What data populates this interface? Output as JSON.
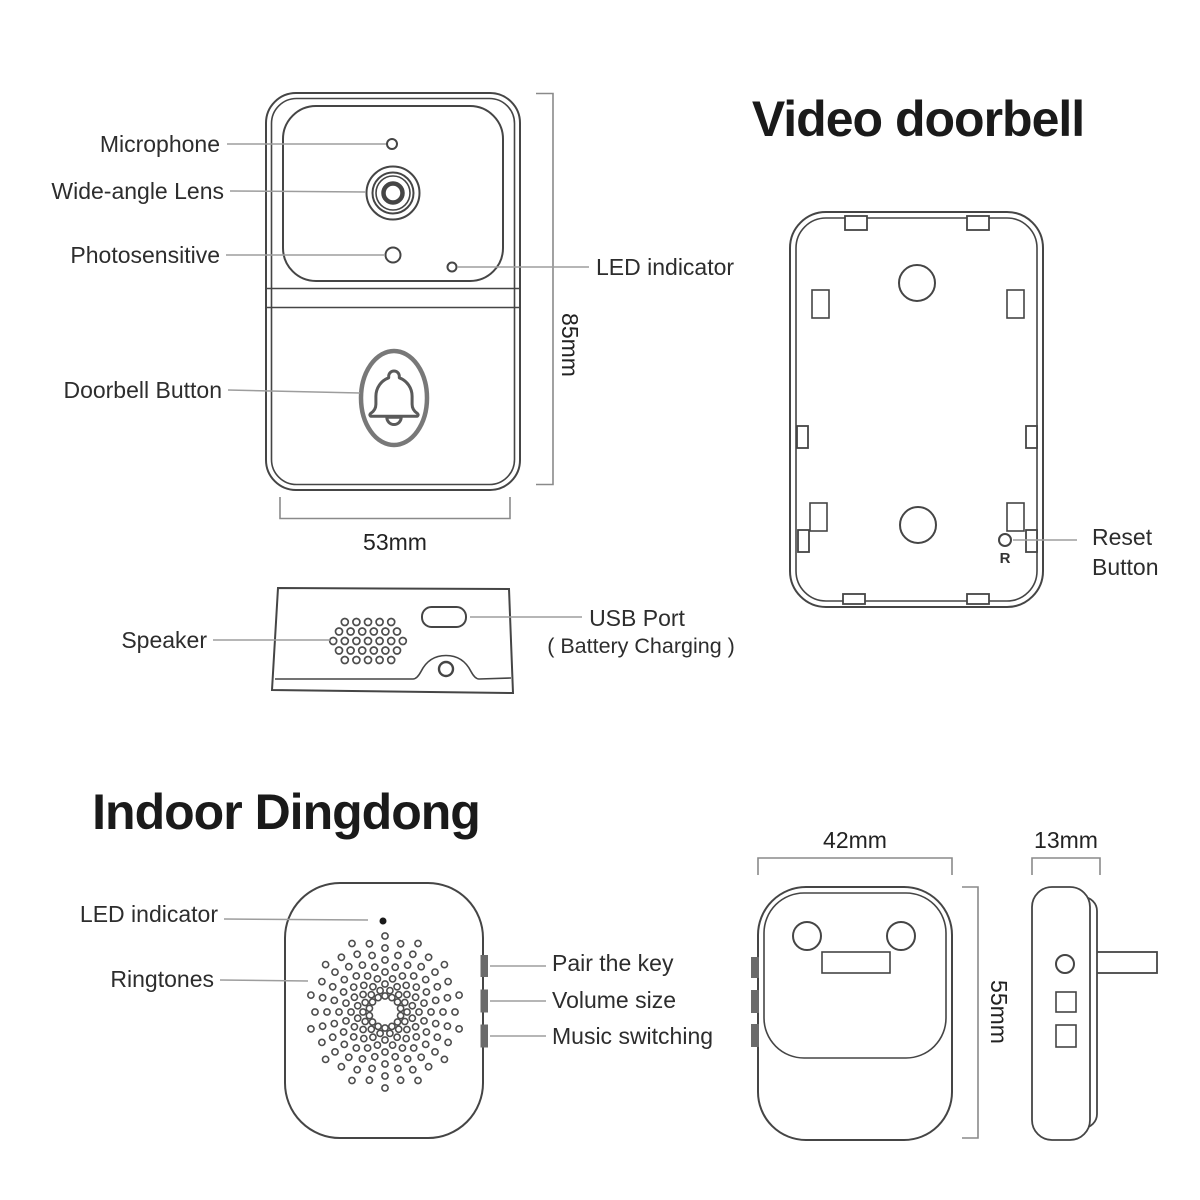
{
  "video_doorbell": {
    "title": "Video doorbell",
    "front": {
      "microphone": "Microphone",
      "wide_angle_lens": "Wide-angle Lens",
      "photosensitive": "Photosensitive",
      "doorbell_button": "Doorbell Button",
      "led_indicator": "LED indicator",
      "width": "53mm",
      "height": "85mm"
    },
    "bottom": {
      "speaker": "Speaker",
      "usb_port": "USB Port",
      "usb_note": "( Battery Charging )"
    },
    "back": {
      "reset_label_line1": "Reset",
      "reset_label_line2": "Button",
      "reset_mark": "R"
    }
  },
  "indoor_dingdong": {
    "title": "Indoor Dingdong",
    "front": {
      "led_indicator": "LED indicator",
      "ringtones": "Ringtones",
      "pair_the_key": "Pair the key",
      "volume_size": "Volume size",
      "music_switching": "Music switching"
    },
    "back": {
      "width": "42mm",
      "height": "55mm"
    },
    "side": {
      "depth": "13mm"
    }
  }
}
